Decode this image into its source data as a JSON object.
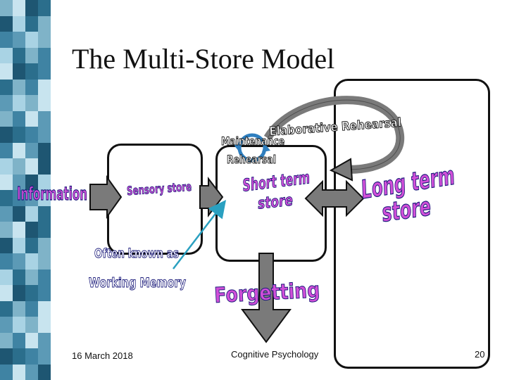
{
  "slide": {
    "title": "The Multi-Store Model"
  },
  "diagram": {
    "information_label": "Information",
    "sensory_store_label": "Sensory store",
    "short_term_label_line1": "Short term",
    "short_term_label_line2": "store",
    "long_term_label_line1": "Long term",
    "long_term_label_line2": "store",
    "maintenance_label_line1": "Maintenance",
    "maintenance_label_line2": "Rehearsal",
    "elaborative_label": "Elaborative Rehearsal",
    "working_memory_line1": "Often known as",
    "working_memory_line2": "Working Memory",
    "forgetting_label": "Forgetting"
  },
  "footer": {
    "date": "16 March 2018",
    "subject": "Cognitive Psychology",
    "page_number": "20"
  },
  "colors": {
    "wordart_fill": "#d04fd8",
    "wordart_outline": "#1a1a7a",
    "arrow_gray": "#7a7a7a",
    "teal_line": "#2aa0c0",
    "maint_circle": "#2f7fbf"
  }
}
